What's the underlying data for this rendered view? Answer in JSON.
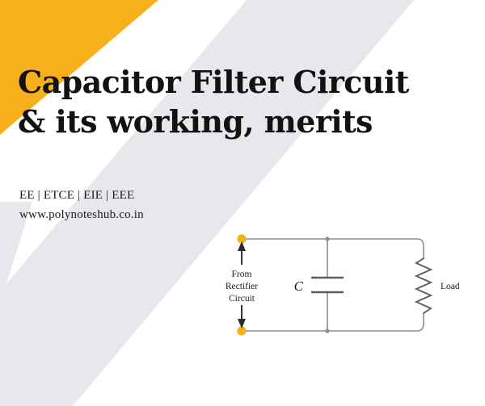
{
  "poster": {
    "background_color": "#ffffff",
    "accent_color": "#F5B01B",
    "band_color": "#E6E8EB",
    "text_color": "#121212"
  },
  "heading": {
    "line1": "Capacitor Filter Circuit",
    "line2": "& its working, merits"
  },
  "subtitle": {
    "branches": "EE | ETCE | EIE | EEE",
    "website": "www.polynoteshub.co.in"
  },
  "diagram": {
    "name": "capacitor-filter-circuit",
    "source_label_line1": "From",
    "source_label_line2": "Rectifier",
    "source_label_line3": "Circuit",
    "capacitor_label": "C",
    "load_label": "Load",
    "terminal_color": "#F5B01B",
    "wire_color": "#8d8d93",
    "component_color": "#5c5c63",
    "arrow_color": "#2a2a2a"
  }
}
